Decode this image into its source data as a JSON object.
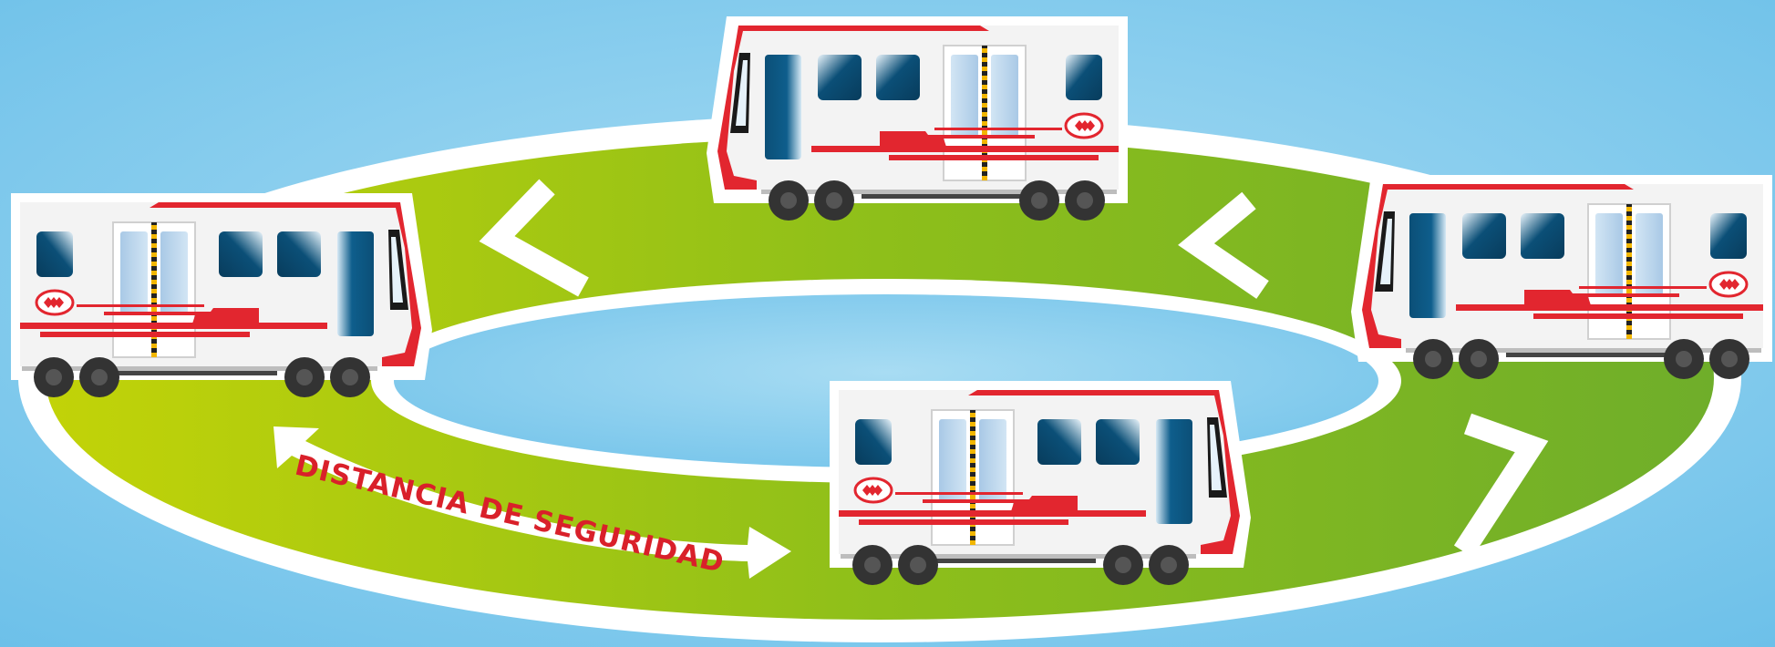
{
  "diagram": {
    "label": "DISTANCIA DE SEGURIDAD",
    "trains": [
      {
        "name": "train-top",
        "facing": "left"
      },
      {
        "name": "train-left",
        "facing": "right"
      },
      {
        "name": "train-right",
        "facing": "left"
      },
      {
        "name": "train-bottom",
        "facing": "right"
      }
    ],
    "colors": {
      "sky_light": "#a8dcf3",
      "sky": "#79c6ea",
      "track_green_light": "#bfd20a",
      "track_green_dark": "#6faf2a",
      "outline_white": "#ffffff",
      "train_body": "#f3f3f3",
      "train_red": "#e2262f",
      "window_blue": "#0b4f77",
      "door_glass": "#bfd8ef",
      "wheel": "#333333",
      "label_red": "#d9202a"
    }
  }
}
